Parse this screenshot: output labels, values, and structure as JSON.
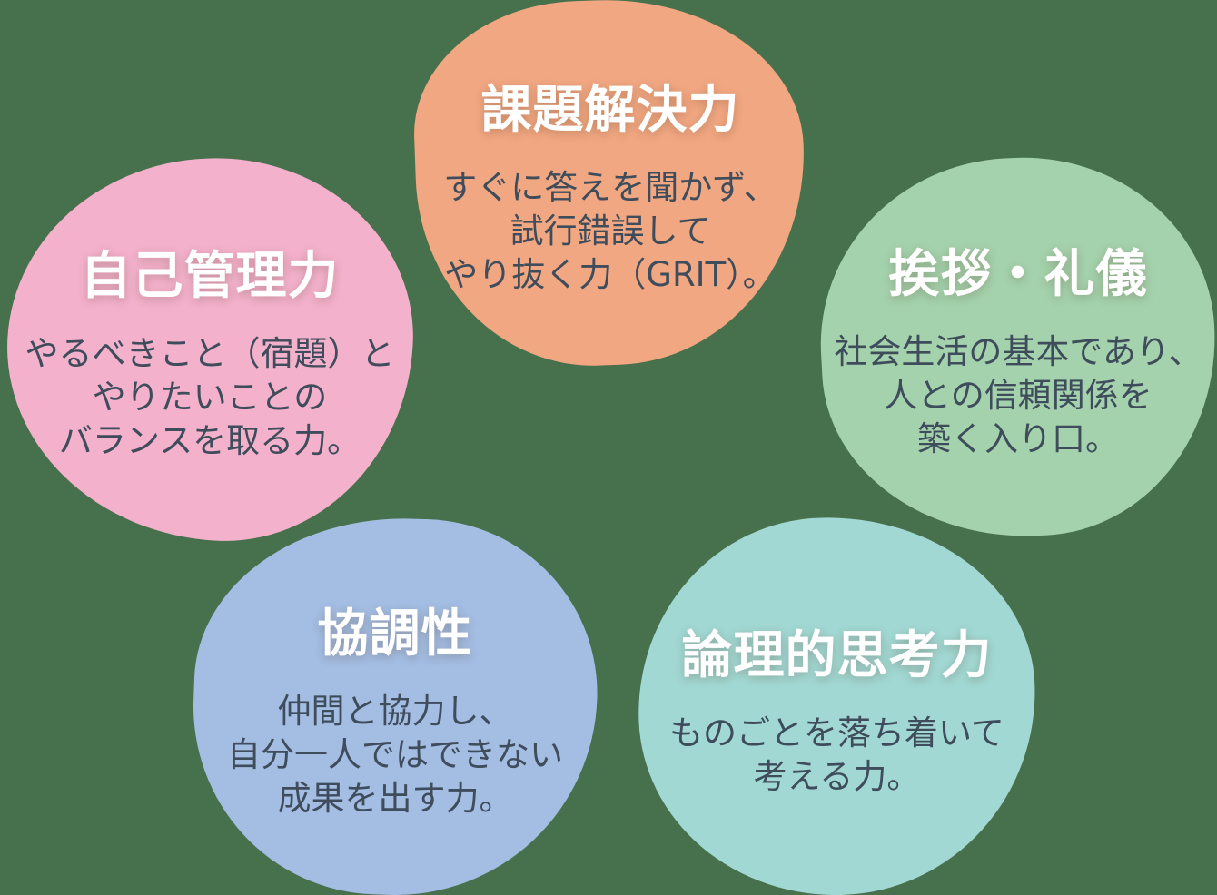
{
  "page": {
    "background_color": "#47704D",
    "title_color": "#FFFFFF",
    "body_text_color": "#3E4C5B"
  },
  "bubbles": [
    {
      "id": "problem-solving",
      "title": "課題解決力",
      "body_lines": [
        "すぐに答えを聞かず、",
        "試行錯誤して",
        "やり抜く力（GRIT）。"
      ],
      "color": "#F1A781"
    },
    {
      "id": "self-management",
      "title": "自己管理力",
      "body_lines": [
        "やるべきこと（宿題）と",
        "やりたいことの",
        "バランスを取る力。"
      ],
      "color": "#F3B1CB"
    },
    {
      "id": "greetings-manners",
      "title": "挨拶・礼儀",
      "body_lines": [
        "社会生活の基本であり、",
        "人との信頼関係を",
        "築く入り口。"
      ],
      "color": "#A4D2AC"
    },
    {
      "id": "cooperation",
      "title": "協調性",
      "body_lines": [
        "仲間と協力し、",
        "自分一人ではできない",
        "成果を出す力。"
      ],
      "color": "#A3BDE3"
    },
    {
      "id": "logical-thinking",
      "title": "論理的思考力",
      "body_lines": [
        "ものごとを落ち着いて",
        "考える力。"
      ],
      "color": "#A2D8D3"
    }
  ]
}
